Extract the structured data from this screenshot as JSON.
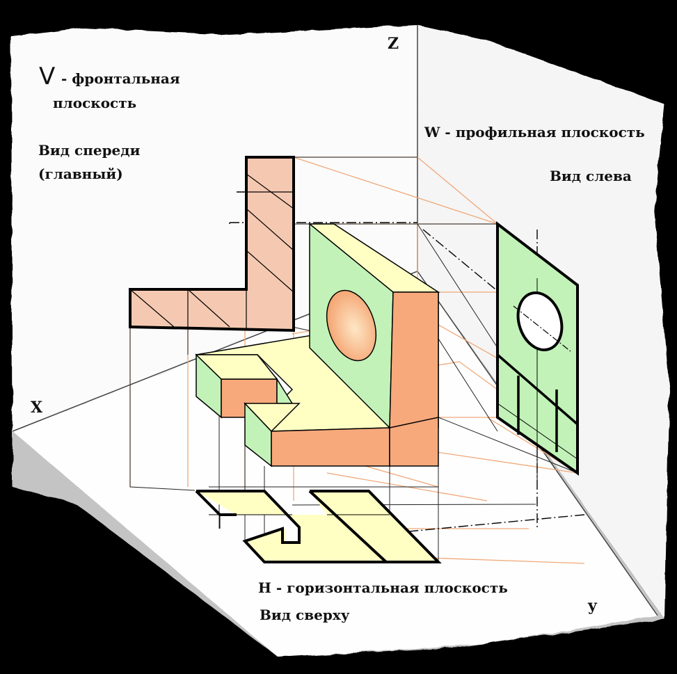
{
  "axes": {
    "z": "Z",
    "x": "X",
    "y": "y"
  },
  "planes": {
    "v": {
      "letter": "V",
      "name_line1": "- фронтальная",
      "name_line2": "плоскость",
      "view_line1": "Вид спереди",
      "view_line2": "(главный)"
    },
    "w": {
      "name": "W - профильная плоскость",
      "view": "Вид слева"
    },
    "h": {
      "name": "H - горизонтальная плоскость",
      "view": "Вид сверху"
    }
  },
  "colors": {
    "frontal_fill": "#f5c9b1",
    "green": "#c2f2b8",
    "yellow": "#ffffc4",
    "orange": "#f7a97c",
    "projection_line": "#f0a878",
    "outline": "#000000",
    "plane": "#ffffff",
    "floor_shade": "#b9b9b9"
  }
}
